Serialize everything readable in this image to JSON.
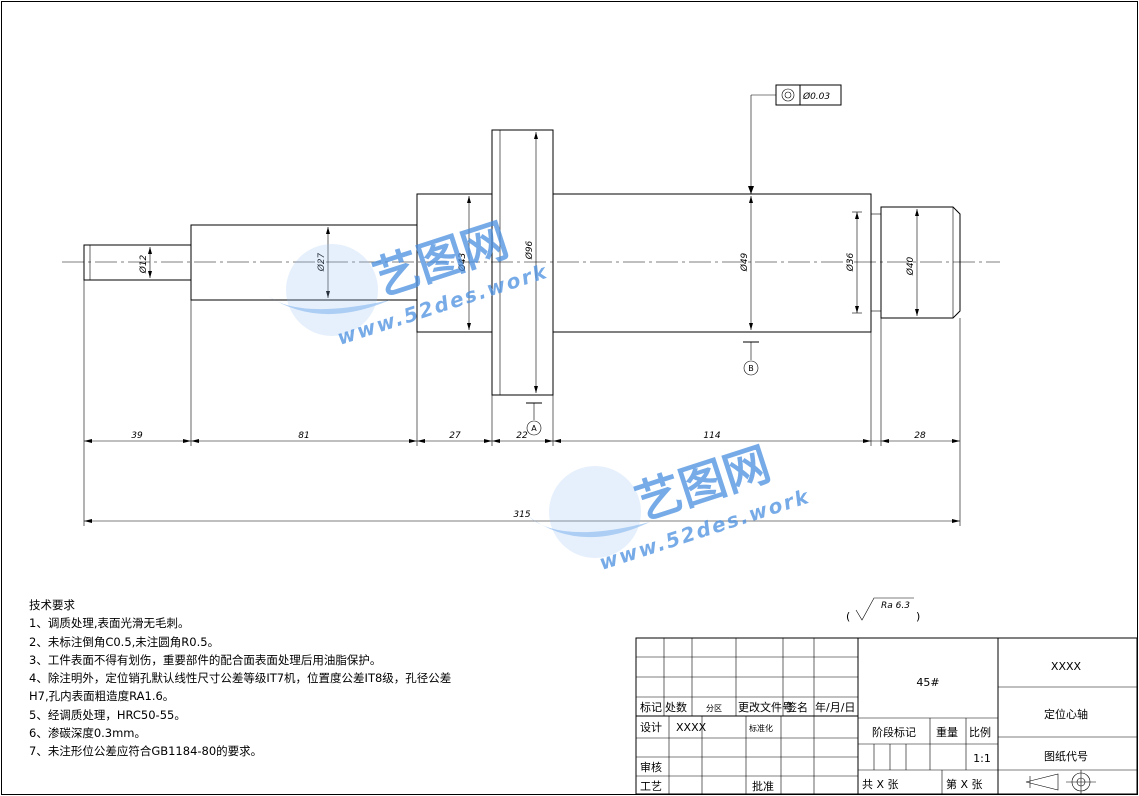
{
  "dimensions": {
    "d12": "Ø12",
    "d27": "Ø27",
    "d43": "Ø43",
    "d96": "Ø96",
    "d49": "Ø49",
    "d36": "Ø36",
    "d40": "Ø40",
    "len39": "39",
    "len81": "81",
    "len27": "27",
    "len22": "22",
    "len114": "114",
    "len28": "28",
    "len315": "315"
  },
  "datums": {
    "a": "A",
    "b": "B"
  },
  "tolerance_frame": {
    "value": "Ø0.03"
  },
  "surface_finish": {
    "value": "Ra 6.3"
  },
  "tech_requirements": {
    "title": "技术要求",
    "items": [
      "1、调质处理,表面光滑无毛刺。",
      "2、未标注倒角C0.5,未注圆角R0.5。",
      "3、工件表面不得有划伤，重要部件的配合面表面处理后用油脂保护。",
      "4、除注明外，定位销孔默认线性尺寸公差等级IT7机，位置度公差IT8级，孔径公差",
      "H7,孔内表面粗造度RA1.6。",
      "5、经调质处理，HRC50-55。",
      "6、渗碳深度0.3mm。",
      "7、未注形位公差应符合GB1184-80的要求。"
    ]
  },
  "title_block": {
    "marker": "标记",
    "count": "处数",
    "zone": "分区",
    "change_doc": "更改文件号",
    "signature": "签名",
    "date": "年/月/日",
    "design": "设计",
    "designer": "XXXX",
    "standardize": "标准化",
    "review": "审核",
    "process": "工艺",
    "approve": "批准",
    "material": "45#",
    "stage_mark": "阶段标记",
    "weight": "重量",
    "scale_label": "比例",
    "scale": "1:1",
    "total_sheets": "共 X 张",
    "sheet_no": "第 X 张",
    "company": "XXXX",
    "part_name": "定位心轴",
    "drawing_no": "图纸代号"
  },
  "watermark": {
    "brand": "艺图网",
    "url": "www.52des.work"
  }
}
